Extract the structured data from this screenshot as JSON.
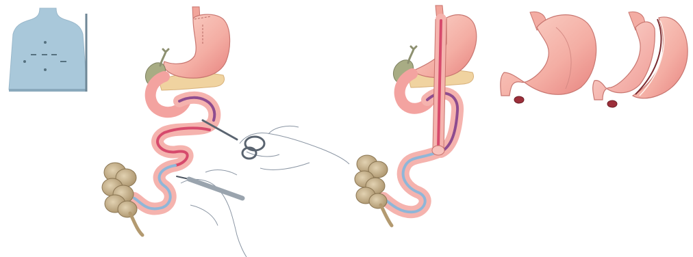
{
  "figure": {
    "panels": [
      {
        "id": "port-placement",
        "icon": "torso-icon"
      },
      {
        "id": "bowel-division",
        "icon": "surgical-instruments-icon"
      },
      {
        "id": "bypass-reconstruction",
        "icon": "anastomosis-icon"
      },
      {
        "id": "stomach-comparison",
        "icon": "stomach-icon"
      }
    ],
    "colors": {
      "torso": "#a9c8da",
      "stomach": "#f4b3a8",
      "stomach_shade": "#e88c86",
      "intestine_pink": "#f3a3a0",
      "purple_limb": "#8e4c8f",
      "magenta_limb": "#d64a6c",
      "blue_limb": "#8fb6d8",
      "colon": "#c7b28e",
      "gallbladder": "#a8ac84",
      "pancreas": "#f0d3a0",
      "hand_outline": "#7f8b9a"
    }
  }
}
